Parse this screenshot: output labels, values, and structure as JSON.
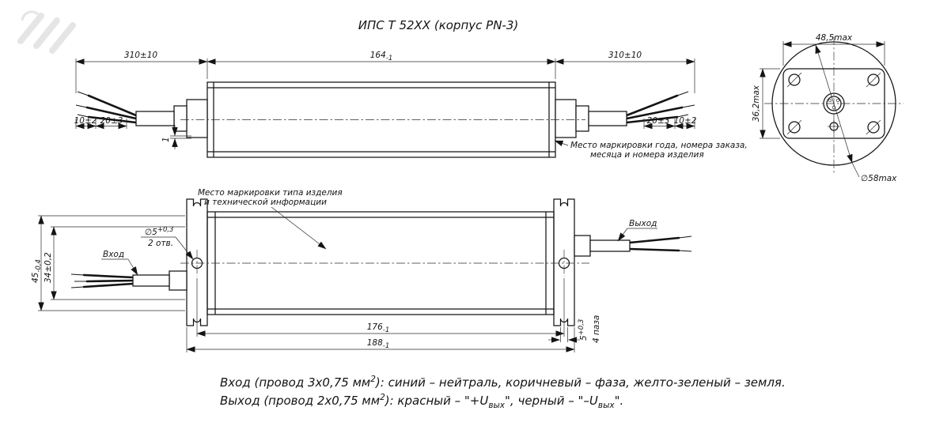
{
  "title": "ИПС Т 52ХХ (корпус PN-3)",
  "top_view": {
    "dim_left_wire": "310±10",
    "dim_body": "164",
    "dim_body_tol": "-1",
    "dim_right_wire": "310±10",
    "dim_strip_10_left": "10±2",
    "dim_strip_20_left": "20±3",
    "dim_strip_20_right": "20±3",
    "dim_strip_10_right": "10±2",
    "dim_wall": "1",
    "marking_note_line1": "Место маркировки года, номера заказа,",
    "marking_note_line2": "месяца и номера изделия"
  },
  "end_view": {
    "dim_width": "48,5max",
    "dim_height": "36,2max",
    "dim_diameter": "∅58max"
  },
  "bottom_view": {
    "marking_note_line1": "Место маркировки типа изделия",
    "marking_note_line2": "и технической информации",
    "hole_dim": "∅5",
    "hole_tol": "+0,3",
    "hole_count": "2 отв.",
    "label_input": "Вход",
    "label_output": "Выход",
    "dim_flange_height": "45",
    "dim_flange_height_tol": "-0,4",
    "dim_holes_vert": "34±0,2",
    "dim_holes_span": "176",
    "dim_holes_span_tol": "-1",
    "dim_overall": "188",
    "dim_overall_tol": "-1",
    "dim_slot_width": "5",
    "dim_slot_width_tol": "+0,3",
    "dim_slot_count": "4 паза"
  },
  "notes": {
    "line1_pre": "Вход (провод 3х0,75 мм",
    "line1_sup": "2",
    "line1_post": "): синий – нейтраль, коричневый – фаза, желто-зеленый – земля.",
    "line2_pre": "Выход (провод 2х0,75 мм",
    "line2_sup": "2",
    "line2_mid1": "): красный – \"+U",
    "line2_sub1": "вых",
    "line2_mid2": "\", черный – \"–U",
    "line2_sub2": "вых",
    "line2_end": "\"."
  }
}
